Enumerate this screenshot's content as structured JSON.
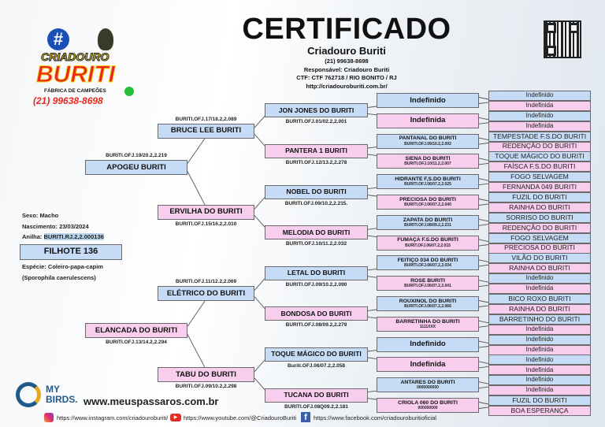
{
  "header": {
    "title": "CERTIFICADO",
    "breeder": "Criadouro Buriti",
    "phone": "(21) 99638-8698",
    "responsible": "Responsável: Criadouro Buriti",
    "ctf": "CTF: CTF 762718 / RIO BONITO / RJ",
    "url": "http://criadouroburiti.com.br/"
  },
  "logo": {
    "line1": "CRIADOURO",
    "line2": "BURITI",
    "tagline": "FÁBRICA DE CAMPEÕES",
    "phone": "(21) 99638-8698"
  },
  "subject": {
    "name": "FILHOTE 136",
    "sex": "Sexo: Macho",
    "birth": "Nascimento: 23/03/2024",
    "ring_label": "Anilha: ",
    "ring": "BURITI.RJ.2,2.000136",
    "species": "Espécie: Coleiro-papa-capim",
    "scientific": "(Sporophila caerulescens)"
  },
  "colors": {
    "male": "#c6dcf6",
    "female": "#f8cdee"
  },
  "gen2": [
    {
      "name": "APOGEU BURITI",
      "reg": "BURITI.OFJ.19/20.2,2.219",
      "sex": "m"
    },
    {
      "name": "ELANCADA DO BURITI",
      "reg": "BURITI.OFJ.13/14.2,2.294",
      "sex": "f"
    }
  ],
  "gen3": [
    {
      "name": "BRUCE LEE BURITI",
      "reg": "BURITI.OFJ.17/18.2,2.089",
      "sex": "m"
    },
    {
      "name": "ERVILHA DO BURITI",
      "reg": "BURITI.OFJ.15/16.2,2.010",
      "sex": "f"
    },
    {
      "name": "ELÉTRICO DO BURITI",
      "reg": "BURITI.OFJ.11/12.2,2.069",
      "sex": "m"
    },
    {
      "name": "TABU DO BURITI",
      "reg": "BURITI.OFJ.09/10.2,2.298",
      "sex": "f"
    }
  ],
  "gen4": [
    {
      "name": "JON JONES DO BURITI",
      "reg": "BURITI.OFJ.01/02.2,2.001",
      "sex": "m"
    },
    {
      "name": "PANTERA 1 BURITI",
      "reg": "BURITI.OFJ.12/13.2,2.278",
      "sex": "f"
    },
    {
      "name": "NOBEL DO BURITI",
      "reg": "BURITI.OFJ.09/10.2,2.215.",
      "sex": "m"
    },
    {
      "name": "MELODIA DO BURITI",
      "reg": "BURITI.OFJ.10/11.2,2.032",
      "sex": "f"
    },
    {
      "name": "LETAL DO BURITI",
      "reg": "BURITI.OFJ.09/10.2,2.090",
      "sex": "m"
    },
    {
      "name": "BONDOSA DO BURITI",
      "reg": "BURITI.OFJ.08/09.2,2.279",
      "sex": "f"
    },
    {
      "name": "TOQUE MÁGICO DO BURITI",
      "reg": "Buriti.OFJ.06/07.2,2.058",
      "sex": "m"
    },
    {
      "name": "TUCANA DO BURITI",
      "reg": "BURITI.OFJ.08Q09.2,2.181",
      "sex": "f"
    }
  ],
  "gen5": [
    {
      "name": "Indefinido",
      "reg": "",
      "sex": "m"
    },
    {
      "name": "Indefinida",
      "reg": "",
      "sex": "f"
    },
    {
      "name": "PANTANAL DO BURITI",
      "reg": "BURITI.OFJ.09/10.2,2.092",
      "sex": "m"
    },
    {
      "name": "SIENA DO BURITI",
      "reg": "BURITI.OFJ.10/11.2,2.007",
      "sex": "f"
    },
    {
      "name": "HIDRANTE F,S.DO BURITI",
      "reg": "BURITI.OFJ.06/07.2,2.025",
      "sex": "m"
    },
    {
      "name": "PRECIOSA DO BURITI",
      "reg": "BURITI.OFJ.06/07.2,2.040",
      "sex": "f"
    },
    {
      "name": "ZAPATA DO BURITI",
      "reg": "BURITI.OFJ.08/09.2,2.231",
      "sex": "m"
    },
    {
      "name": "FUMAÇA F.S.DO BURITI",
      "reg": "BURIT.OFJ.06/07.2,2.015",
      "sex": "f"
    },
    {
      "name": "FEITIÇO 034 DO BURITI",
      "reg": "BURITI.OFJ.06/07.2,2.034",
      "sex": "m"
    },
    {
      "name": "ROSE BURITI",
      "reg": "BURITI.OFJ.06/07.2,2.041",
      "sex": "f"
    },
    {
      "name": "ROUXINOL DO BURITI",
      "reg": "BURITI.OFJ.06/07.2,2.066",
      "sex": "m"
    },
    {
      "name": "BARRETINHA DO BURITI",
      "reg": "1111XXX",
      "sex": "f"
    },
    {
      "name": "Indefinido",
      "reg": "",
      "sex": "m"
    },
    {
      "name": "Indefinida",
      "reg": "",
      "sex": "f"
    },
    {
      "name": "ANTARES DO BURITI",
      "reg": "0000000000",
      "sex": "m"
    },
    {
      "name": "CRIOLA 060 DO BURITI",
      "reg": "000000000",
      "sex": "f"
    }
  ],
  "gen6": [
    {
      "name": "Indefinido",
      "sex": "m"
    },
    {
      "name": "Indefinida",
      "sex": "f"
    },
    {
      "name": "Indefinido",
      "sex": "m"
    },
    {
      "name": "Indefinida",
      "sex": "f"
    },
    {
      "name": "TEMPESTADE F.S.DO BURITI",
      "sex": "m"
    },
    {
      "name": "REDENÇÃO DO BURITI",
      "sex": "f"
    },
    {
      "name": "TOQUE MÁGICO DO BURITI",
      "sex": "m"
    },
    {
      "name": "FAÍSCA F.S.DO BURITI",
      "sex": "f"
    },
    {
      "name": "FOGO SELVAGEM",
      "sex": "m"
    },
    {
      "name": "FERNANDA 049 BURITI",
      "sex": "f"
    },
    {
      "name": "FUZIL DO BURITI",
      "sex": "m"
    },
    {
      "name": "RAINHA DO BURITI",
      "sex": "f"
    },
    {
      "name": "SORRISO DO BURITI",
      "sex": "m"
    },
    {
      "name": "REDENÇÃO DO BURITI",
      "sex": "f"
    },
    {
      "name": "FOGO SELVAGEM",
      "sex": "m"
    },
    {
      "name": "PRECIOSA DO BURITI",
      "sex": "f"
    },
    {
      "name": "VILÃO DO BURITI",
      "sex": "m"
    },
    {
      "name": "RAINHA DO BURITI",
      "sex": "f"
    },
    {
      "name": "Indefinido",
      "sex": "m"
    },
    {
      "name": "Indefinida",
      "sex": "f"
    },
    {
      "name": "BICO ROXO BURITI",
      "sex": "m"
    },
    {
      "name": "RAINHA DO BURITI",
      "sex": "f"
    },
    {
      "name": "BARRETINHO DO BURITI",
      "sex": "m"
    },
    {
      "name": "Indefinida",
      "sex": "f"
    },
    {
      "name": "Indefinido",
      "sex": "m"
    },
    {
      "name": "Indefinida",
      "sex": "f"
    },
    {
      "name": "Indefinido",
      "sex": "m"
    },
    {
      "name": "Indefinida",
      "sex": "f"
    },
    {
      "name": "Indefinido",
      "sex": "m"
    },
    {
      "name": "Indefinida",
      "sex": "f"
    },
    {
      "name": "FUZIL DO BURITI",
      "sex": "m"
    },
    {
      "name": "BOA ESPERANÇA",
      "sex": "f"
    }
  ],
  "footer": {
    "mybirds_line1": "MY",
    "mybirds_line2": "BIRDS.",
    "website": "www.meuspassaros.com.br",
    "instagram": "https://www.instagram.com/criadouroburiti/",
    "youtube": "https://www.youtube.com/@CriadouroBuriti",
    "facebook": "https://www.facebook.com/criadouroburitioficial"
  }
}
